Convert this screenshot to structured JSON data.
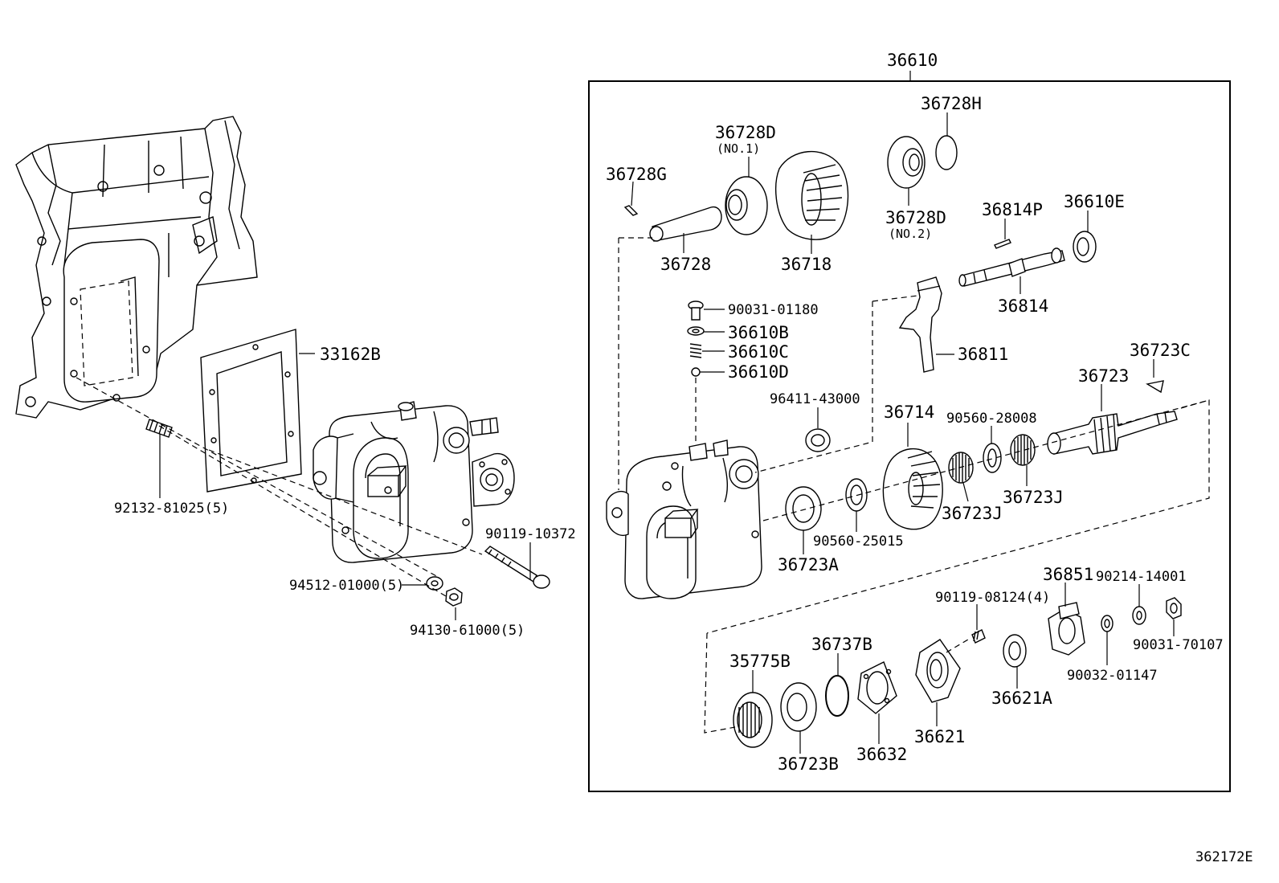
{
  "diagram_id": "362172E",
  "assembly": {
    "part_number": "36610"
  },
  "parts": [
    {
      "key": "p33162B",
      "label": "33162B"
    },
    {
      "key": "p92132",
      "label": "92132-81025(5)"
    },
    {
      "key": "p90119_10372",
      "label": "90119-10372"
    },
    {
      "key": "p94512",
      "label": "94512-01000(5)"
    },
    {
      "key": "p94130",
      "label": "94130-61000(5)"
    },
    {
      "key": "p36728G",
      "label": "36728G"
    },
    {
      "key": "p36728D1",
      "label": "36728D",
      "note": "(NO.1)"
    },
    {
      "key": "p36728",
      "label": "36728"
    },
    {
      "key": "p36718",
      "label": "36718"
    },
    {
      "key": "p36728H",
      "label": "36728H"
    },
    {
      "key": "p36728D2",
      "label": "36728D",
      "note": "(NO.2)"
    },
    {
      "key": "p36814P",
      "label": "36814P"
    },
    {
      "key": "p36610E",
      "label": "36610E"
    },
    {
      "key": "p36814",
      "label": "36814"
    },
    {
      "key": "p90031_01180",
      "label": "90031-01180"
    },
    {
      "key": "p36610B",
      "label": "36610B"
    },
    {
      "key": "p36610C",
      "label": "36610C"
    },
    {
      "key": "p36610D",
      "label": "36610D"
    },
    {
      "key": "p36811",
      "label": "36811"
    },
    {
      "key": "p36723C",
      "label": "36723C"
    },
    {
      "key": "p36723",
      "label": "36723"
    },
    {
      "key": "p96411",
      "label": "96411-43000"
    },
    {
      "key": "p36714",
      "label": "36714"
    },
    {
      "key": "p90560_28008",
      "label": "90560-28008"
    },
    {
      "key": "p36723J_a",
      "label": "36723J"
    },
    {
      "key": "p36723J_b",
      "label": "36723J"
    },
    {
      "key": "p90560_25015",
      "label": "90560-25015"
    },
    {
      "key": "p36723A",
      "label": "36723A"
    },
    {
      "key": "p36851",
      "label": "36851"
    },
    {
      "key": "p90214",
      "label": "90214-14001"
    },
    {
      "key": "p90119_08124",
      "label": "90119-08124(4)"
    },
    {
      "key": "p90031_70107",
      "label": "90031-70107"
    },
    {
      "key": "p90032",
      "label": "90032-01147"
    },
    {
      "key": "p35775B",
      "label": "35775B"
    },
    {
      "key": "p36737B",
      "label": "36737B"
    },
    {
      "key": "p36723B",
      "label": "36723B"
    },
    {
      "key": "p36632",
      "label": "36632"
    },
    {
      "key": "p36621",
      "label": "36621"
    },
    {
      "key": "p36621A",
      "label": "36621A"
    }
  ]
}
